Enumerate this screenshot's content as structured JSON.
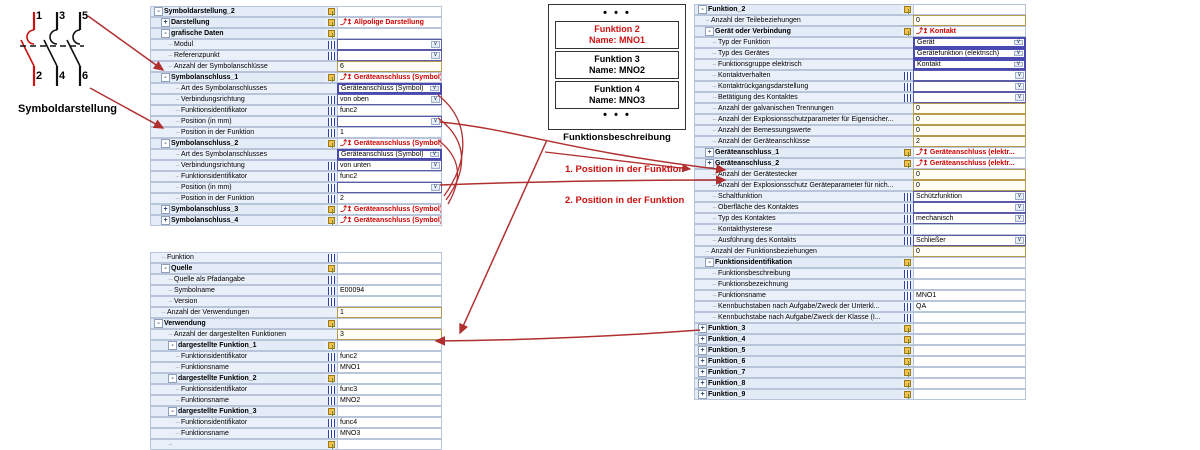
{
  "symbol_diagram": {
    "caption": "Symboldarstellung",
    "terminal_labels": [
      "1",
      "3",
      "5",
      "2",
      "4",
      "6"
    ],
    "highlight_color": "#cc1111",
    "line_color": "#111111"
  },
  "annotations": {
    "pos1": "1. Position in der Funktion",
    "pos2": "2. Position in der Funktion",
    "arrow_color": "#b03030"
  },
  "function_description_box": {
    "caption": "Funktionsbeschreibung",
    "top_dots": "• • •",
    "bottom_dots": "• • •",
    "items": [
      {
        "line1": "Funktion 2",
        "line2": "Name: MNO1",
        "highlight": true
      },
      {
        "line1": "Funktion 3",
        "line2": "Name: MNO2",
        "highlight": false
      },
      {
        "line1": "Funktion 4",
        "line2": "Name: MNO3",
        "highlight": false
      }
    ]
  },
  "symbol_tree": {
    "rows": [
      {
        "label": "Symboldarstellung_2",
        "indent": 0,
        "caret": "-",
        "bold": true,
        "badge": "pin",
        "value": "",
        "vtype": "blank"
      },
      {
        "label": "Darstellung",
        "indent": 1,
        "caret": "+",
        "bold": true,
        "badge": "pin",
        "value": "Allpolige Darstellung",
        "vtype": "red"
      },
      {
        "label": "grafische Daten",
        "indent": 1,
        "caret": "-",
        "bold": true,
        "badge": "pin",
        "value": "",
        "vtype": "blank"
      },
      {
        "label": "Modul",
        "indent": 2,
        "caret": "",
        "bold": false,
        "badge": "m",
        "value": "",
        "vtype": "combo"
      },
      {
        "label": "Referenzpunkt",
        "indent": 2,
        "caret": "",
        "bold": false,
        "badge": "m",
        "value": "",
        "vtype": "combo"
      },
      {
        "label": "Anzahl der Symbolanschlüsse",
        "indent": 2,
        "caret": "",
        "bold": false,
        "badge": "",
        "value": "6",
        "vtype": "num"
      },
      {
        "label": "Symbolanschluss_1",
        "indent": 1,
        "caret": "-",
        "bold": true,
        "badge": "pin",
        "value": "Geräteanschluss (Symbol)",
        "vtype": "red"
      },
      {
        "label": "Art des Symbolanschlusses",
        "indent": 3,
        "caret": "",
        "bold": false,
        "badge": "",
        "value": "Geräteanschluss (Symbol)",
        "vtype": "combosel"
      },
      {
        "label": "Verbindungsrichtung",
        "indent": 3,
        "caret": "",
        "bold": false,
        "badge": "m",
        "value": "von oben",
        "vtype": "combo"
      },
      {
        "label": "Funktionsidentifikator",
        "indent": 3,
        "caret": "",
        "bold": false,
        "badge": "m",
        "value": "func2",
        "vtype": "plain"
      },
      {
        "label": "Position (in mm)",
        "indent": 3,
        "caret": "",
        "bold": false,
        "badge": "m",
        "value": "",
        "vtype": "combo"
      },
      {
        "label": "Position in der Funktion",
        "indent": 3,
        "caret": "",
        "bold": false,
        "badge": "m",
        "value": "1",
        "vtype": "plain"
      },
      {
        "label": "Symbolanschluss_2",
        "indent": 1,
        "caret": "-",
        "bold": true,
        "badge": "pin",
        "value": "Geräteanschluss (Symbol)",
        "vtype": "red"
      },
      {
        "label": "Art des Symbolanschlusses",
        "indent": 3,
        "caret": "",
        "bold": false,
        "badge": "",
        "value": "Geräteanschluss (Symbol)",
        "vtype": "combosel"
      },
      {
        "label": "Verbindungsrichtung",
        "indent": 3,
        "caret": "",
        "bold": false,
        "badge": "m",
        "value": "von unten",
        "vtype": "combo"
      },
      {
        "label": "Funktionsidentifikator",
        "indent": 3,
        "caret": "",
        "bold": false,
        "badge": "m",
        "value": "func2",
        "vtype": "plain"
      },
      {
        "label": "Position (in mm)",
        "indent": 3,
        "caret": "",
        "bold": false,
        "badge": "m",
        "value": "",
        "vtype": "combo"
      },
      {
        "label": "Position in der Funktion",
        "indent": 3,
        "caret": "",
        "bold": false,
        "badge": "m",
        "value": "2",
        "vtype": "plain"
      },
      {
        "label": "Symbolanschluss_3",
        "indent": 1,
        "caret": "+",
        "bold": true,
        "badge": "pin",
        "value": "Geräteanschluss (Symbol)",
        "vtype": "red"
      },
      {
        "label": "Symbolanschluss_4",
        "indent": 1,
        "caret": "+",
        "bold": true,
        "badge": "pin",
        "value": "Geräteanschluss (Symbol)",
        "vtype": "red"
      }
    ]
  },
  "usage_tree": {
    "rows": [
      {
        "label": "Funktion",
        "indent": 1,
        "caret": "",
        "bold": false,
        "badge": "m",
        "value": "",
        "vtype": "blank"
      },
      {
        "label": "Quelle",
        "indent": 1,
        "caret": "-",
        "bold": true,
        "badge": "pin",
        "value": "",
        "vtype": "blank"
      },
      {
        "label": "Quelle als Pfadangabe",
        "indent": 2,
        "caret": "",
        "bold": false,
        "badge": "m",
        "value": "",
        "vtype": "plain"
      },
      {
        "label": "Symbolname",
        "indent": 2,
        "caret": "",
        "bold": false,
        "badge": "m",
        "value": "E00094",
        "vtype": "plain"
      },
      {
        "label": "Version",
        "indent": 2,
        "caret": "",
        "bold": false,
        "badge": "m",
        "value": "",
        "vtype": "plain"
      },
      {
        "label": "Anzahl der Verwendungen",
        "indent": 1,
        "caret": "",
        "bold": false,
        "badge": "",
        "value": "1",
        "vtype": "num"
      },
      {
        "label": "Verwendung",
        "indent": 0,
        "caret": "-",
        "bold": true,
        "badge": "pin",
        "value": "",
        "vtype": "blank"
      },
      {
        "label": "Anzahl der dargestellten Funktionen",
        "indent": 2,
        "caret": "",
        "bold": false,
        "badge": "",
        "value": "3",
        "vtype": "num"
      },
      {
        "label": "dargestellte Funktion_1",
        "indent": 2,
        "caret": "-",
        "bold": true,
        "badge": "pin",
        "value": "",
        "vtype": "blank"
      },
      {
        "label": "Funktionsidentifikator",
        "indent": 3,
        "caret": "",
        "bold": false,
        "badge": "m",
        "value": "func2",
        "vtype": "plain"
      },
      {
        "label": "Funktionsname",
        "indent": 3,
        "caret": "",
        "bold": false,
        "badge": "m",
        "value": "MNO1",
        "vtype": "plain"
      },
      {
        "label": "dargestellte Funktion_2",
        "indent": 2,
        "caret": "-",
        "bold": true,
        "badge": "pin",
        "value": "",
        "vtype": "blank"
      },
      {
        "label": "Funktionsidentifikator",
        "indent": 3,
        "caret": "",
        "bold": false,
        "badge": "m",
        "value": "func3",
        "vtype": "plain"
      },
      {
        "label": "Funktionsname",
        "indent": 3,
        "caret": "",
        "bold": false,
        "badge": "m",
        "value": "MNO2",
        "vtype": "plain"
      },
      {
        "label": "dargestellte Funktion_3",
        "indent": 2,
        "caret": "-",
        "bold": true,
        "badge": "pin",
        "value": "",
        "vtype": "blank"
      },
      {
        "label": "Funktionsidentifikator",
        "indent": 3,
        "caret": "",
        "bold": false,
        "badge": "m",
        "value": "func4",
        "vtype": "plain"
      },
      {
        "label": "Funktionsname",
        "indent": 3,
        "caret": "",
        "bold": false,
        "badge": "m",
        "value": "MNO3",
        "vtype": "plain"
      },
      {
        "label": "",
        "indent": 2,
        "caret": "",
        "bold": false,
        "badge": "pin",
        "value": "",
        "vtype": "blank"
      }
    ]
  },
  "function_tree": {
    "rows": [
      {
        "label": "Funktion_2",
        "indent": 0,
        "caret": "-",
        "bold": true,
        "badge": "pin",
        "value": "",
        "vtype": "blank"
      },
      {
        "label": "Anzahl der Teilebeziehungen",
        "indent": 1,
        "caret": "",
        "bold": false,
        "badge": "",
        "value": "0",
        "vtype": "num"
      },
      {
        "label": "Gerät oder Verbindung",
        "indent": 1,
        "caret": "-",
        "bold": true,
        "badge": "pin",
        "value": "Kontakt",
        "vtype": "red"
      },
      {
        "label": "Typ der Funktion",
        "indent": 2,
        "caret": "",
        "bold": false,
        "badge": "",
        "value": "Gerät",
        "vtype": "combosel"
      },
      {
        "label": "Typ des Gerätes",
        "indent": 2,
        "caret": "",
        "bold": false,
        "badge": "",
        "value": "Gerätefunktion (elektrisch)",
        "vtype": "combosel"
      },
      {
        "label": "Funktionsgruppe elektrisch",
        "indent": 2,
        "caret": "",
        "bold": false,
        "badge": "",
        "value": "Kontakt",
        "vtype": "combosel"
      },
      {
        "label": "Kontaktverhalten",
        "indent": 2,
        "caret": "",
        "bold": false,
        "badge": "m",
        "value": "",
        "vtype": "combo"
      },
      {
        "label": "Kontaktrückgangsdarstellung",
        "indent": 2,
        "caret": "",
        "bold": false,
        "badge": "m",
        "value": "",
        "vtype": "combo"
      },
      {
        "label": "Betätigung des Kontaktes",
        "indent": 2,
        "caret": "",
        "bold": false,
        "badge": "m",
        "value": "",
        "vtype": "combo"
      },
      {
        "label": "Anzahl der galvanischen Trennungen",
        "indent": 2,
        "caret": "",
        "bold": false,
        "badge": "",
        "value": "0",
        "vtype": "num"
      },
      {
        "label": "Anzahl der Explosionsschutzparameter für Eigensicher...",
        "indent": 2,
        "caret": "",
        "bold": false,
        "badge": "",
        "value": "0",
        "vtype": "num"
      },
      {
        "label": "Anzahl der Bemessungswerte",
        "indent": 2,
        "caret": "",
        "bold": false,
        "badge": "",
        "value": "0",
        "vtype": "num"
      },
      {
        "label": "Anzahl der Geräteanschlüsse",
        "indent": 2,
        "caret": "",
        "bold": false,
        "badge": "",
        "value": "2",
        "vtype": "num"
      },
      {
        "label": "Geräteanschluss_1",
        "indent": 1,
        "caret": "+",
        "bold": true,
        "badge": "pin",
        "value": "Geräteanschluss (elektr...",
        "vtype": "red"
      },
      {
        "label": "Geräteanschluss_2",
        "indent": 1,
        "caret": "+",
        "bold": true,
        "badge": "pin",
        "value": "Geräteanschluss (elektr...",
        "vtype": "red"
      },
      {
        "label": "Anzahl der Gerätestecker",
        "indent": 2,
        "caret": "",
        "bold": false,
        "badge": "",
        "value": "0",
        "vtype": "num"
      },
      {
        "label": "Anzahl der Explosionsschutz Geräteparameter für nich...",
        "indent": 2,
        "caret": "",
        "bold": false,
        "badge": "",
        "value": "0",
        "vtype": "num"
      },
      {
        "label": "Schaltfunktion",
        "indent": 2,
        "caret": "",
        "bold": false,
        "badge": "m",
        "value": "Schützfunktion",
        "vtype": "combo"
      },
      {
        "label": "Oberfläche des Kontaktes",
        "indent": 2,
        "caret": "",
        "bold": false,
        "badge": "m",
        "value": "",
        "vtype": "combo"
      },
      {
        "label": "Typ des Kontaktes",
        "indent": 2,
        "caret": "",
        "bold": false,
        "badge": "m",
        "value": "mechanisch",
        "vtype": "combo"
      },
      {
        "label": "Kontakthysterese",
        "indent": 2,
        "caret": "",
        "bold": false,
        "badge": "m",
        "value": "",
        "vtype": "plain"
      },
      {
        "label": "Ausführung des Kontakts",
        "indent": 2,
        "caret": "",
        "bold": false,
        "badge": "m",
        "value": "Schließer",
        "vtype": "combo"
      },
      {
        "label": "Anzahl der Funktionsbeziehungen",
        "indent": 1,
        "caret": "",
        "bold": false,
        "badge": "",
        "value": "0",
        "vtype": "num"
      },
      {
        "label": "Funktionsidentifikation",
        "indent": 1,
        "caret": "-",
        "bold": true,
        "badge": "pin",
        "value": "",
        "vtype": "blank"
      },
      {
        "label": "Funktionsbeschreibung",
        "indent": 2,
        "caret": "",
        "bold": false,
        "badge": "m",
        "value": "",
        "vtype": "plain"
      },
      {
        "label": "Funktionsbezeichnung",
        "indent": 2,
        "caret": "",
        "bold": false,
        "badge": "m",
        "value": "",
        "vtype": "plain"
      },
      {
        "label": "Funktionsname",
        "indent": 2,
        "caret": "",
        "bold": false,
        "badge": "m",
        "value": "MNO1",
        "vtype": "plain"
      },
      {
        "label": "Kennbuchstaben nach Aufgabe/Zweck der Unterkl...",
        "indent": 2,
        "caret": "",
        "bold": false,
        "badge": "m",
        "value": "QA",
        "vtype": "plain"
      },
      {
        "label": "Kennbuchstabe nach Aufgabe/Zweck der Klasse (I...",
        "indent": 2,
        "caret": "",
        "bold": false,
        "badge": "m",
        "value": "",
        "vtype": "plain"
      },
      {
        "label": "Funktion_3",
        "indent": 0,
        "caret": "+",
        "bold": true,
        "badge": "pin",
        "value": "",
        "vtype": "blank"
      },
      {
        "label": "Funktion_4",
        "indent": 0,
        "caret": "+",
        "bold": true,
        "badge": "pin",
        "value": "",
        "vtype": "blank"
      },
      {
        "label": "Funktion_5",
        "indent": 0,
        "caret": "+",
        "bold": true,
        "badge": "pin",
        "value": "",
        "vtype": "blank"
      },
      {
        "label": "Funktion_6",
        "indent": 0,
        "caret": "+",
        "bold": true,
        "badge": "pin",
        "value": "",
        "vtype": "blank"
      },
      {
        "label": "Funktion_7",
        "indent": 0,
        "caret": "+",
        "bold": true,
        "badge": "pin",
        "value": "",
        "vtype": "blank"
      },
      {
        "label": "Funktion_8",
        "indent": 0,
        "caret": "+",
        "bold": true,
        "badge": "pin",
        "value": "",
        "vtype": "blank"
      },
      {
        "label": "Funktion_9",
        "indent": 0,
        "caret": "+",
        "bold": true,
        "badge": "pin",
        "value": "",
        "vtype": "blank"
      }
    ]
  }
}
